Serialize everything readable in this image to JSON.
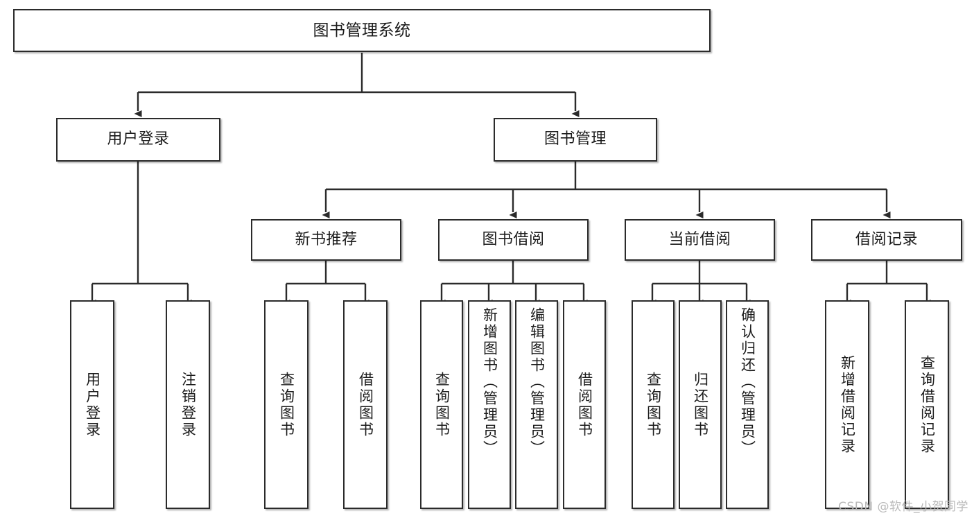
{
  "diagram": {
    "title": "图书管理系统",
    "type": "tree",
    "watermark": "CSDN @软件_小贺同学",
    "colors": {
      "box_border": "#2b2b2b",
      "box_fill": "#ffffff",
      "connector": "#2b2b2b",
      "text": "#1b1b1b",
      "watermark": "#b9b9b9",
      "canvas": "#ffffff"
    }
  },
  "nodes": {
    "root": {
      "label": "图书管理系统"
    },
    "level2": [
      {
        "label": "用户登录"
      },
      {
        "label": "图书管理"
      }
    ],
    "level3": [
      {
        "label": "新书推荐"
      },
      {
        "label": "图书借阅"
      },
      {
        "label": "当前借阅"
      },
      {
        "label": "借阅记录"
      }
    ],
    "leaves": {
      "user_login": [
        {
          "label": "用户登录"
        },
        {
          "label": "注销登录"
        }
      ],
      "new_book_recommend": [
        {
          "label": "查询图书"
        },
        {
          "label": "借阅图书"
        }
      ],
      "book_borrow": [
        {
          "label": "查询图书"
        },
        {
          "label": "新增图书（管理员）"
        },
        {
          "label": "编辑图书（管理员）"
        },
        {
          "label": "借阅图书"
        }
      ],
      "current_borrow": [
        {
          "label": "查询图书"
        },
        {
          "label": "归还图书"
        },
        {
          "label": "确认归还（管理员）"
        }
      ],
      "borrow_record": [
        {
          "label": "新增借阅记录"
        },
        {
          "label": "查询借阅记录"
        }
      ]
    }
  }
}
